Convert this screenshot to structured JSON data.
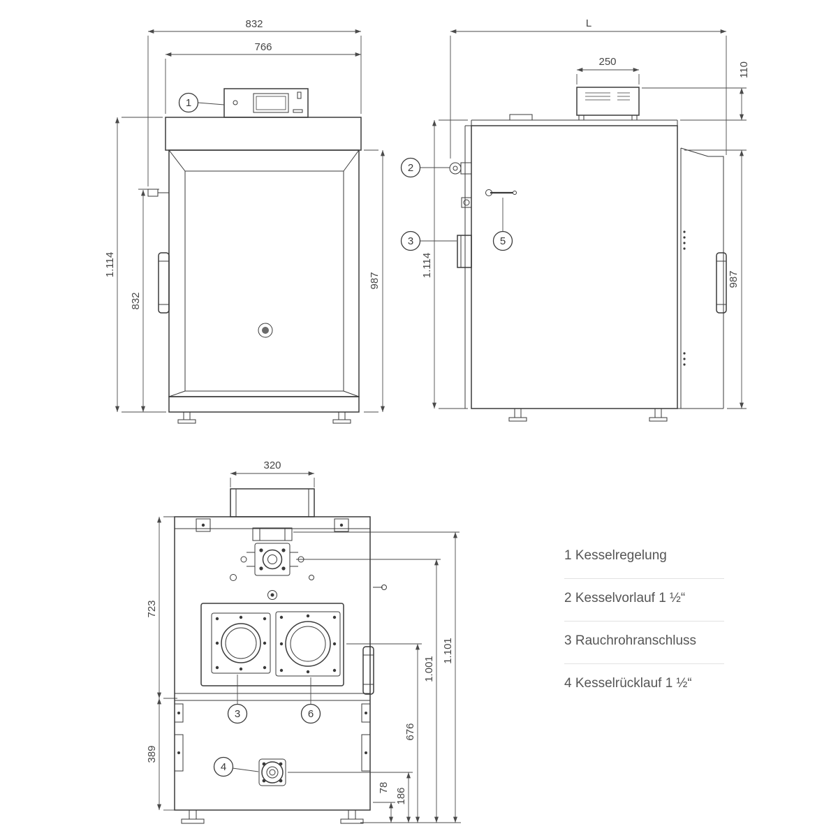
{
  "colors": {
    "line": "#3a3a3a",
    "dimension": "#4a4a4a",
    "legend_text": "#555555",
    "divider": "#e2e2e2",
    "background": "#ffffff"
  },
  "front_view": {
    "dim_width_total": "832",
    "dim_width_hood": "766",
    "dim_height_total": "1.114",
    "dim_height_door": "832",
    "dim_height_body": "987",
    "callout_controller": "1"
  },
  "side_view": {
    "dim_length": "L",
    "dim_controller_width": "250",
    "dim_controller_height": "110",
    "dim_height_total": "1.114",
    "dim_height_body": "987",
    "callout_vorlauf": "2",
    "callout_rauchrohr": "3",
    "callout_handle": "5"
  },
  "rear_view": {
    "dim_flue_width": "320",
    "dim_height_upper": "723",
    "dim_height_lower": "389",
    "dim_flue_center": "676",
    "dim_vorlauf_center": "1.001",
    "dim_top_connection": "1.101",
    "dim_bottom_edge": "78",
    "dim_ruecklauf_center": "186",
    "callout_rauchrohr": "3",
    "callout_six": "6",
    "callout_ruecklauf": "4"
  },
  "legend": {
    "items": [
      {
        "num": "1",
        "label": "Kesselregelung"
      },
      {
        "num": "2",
        "label": "Kesselvorlauf 1 ½“"
      },
      {
        "num": "3",
        "label": "Rauchrohranschluss"
      },
      {
        "num": "4",
        "label": "Kesselrücklauf 1 ½“"
      }
    ]
  }
}
